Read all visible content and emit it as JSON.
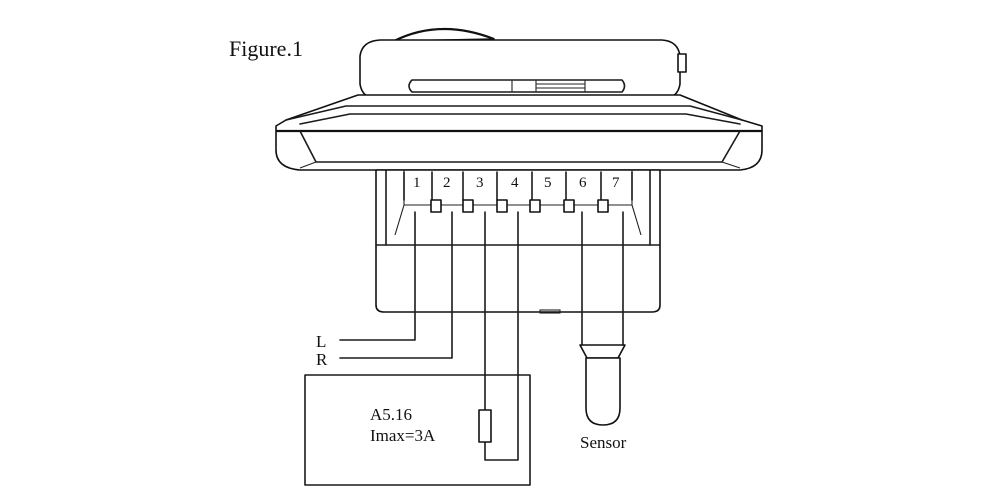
{
  "figure_label": "Figure.1",
  "terminals": [
    "1",
    "2",
    "3",
    "4",
    "5",
    "6",
    "7"
  ],
  "wire_labels": {
    "live": "L",
    "return": "R"
  },
  "load_box": {
    "model": "A5.16",
    "current": "Imax=3A"
  },
  "sensor_label": "Sensor"
}
